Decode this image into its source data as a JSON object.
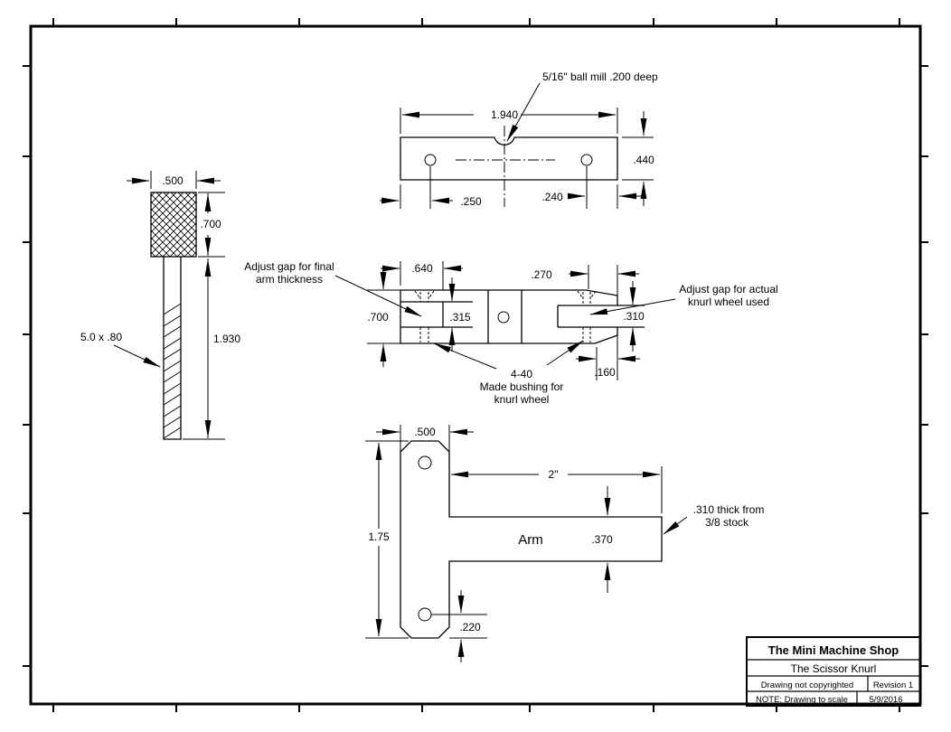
{
  "colors": {
    "line": "#000000",
    "background": "#ffffff"
  },
  "views": {
    "top_plate": {
      "note": "5/16\" ball mill .200 deep",
      "dims": {
        "overall_width": "1.940",
        "overall_height": ".440",
        "left_hole_offset": ".250",
        "right_hole_offset": ".240"
      }
    },
    "body": {
      "dims": {
        "left_slot_width": ".640",
        "right_tap_offset": ".270",
        "overall_height": ".700",
        "left_slot_height": ".315",
        "right_slot_height": ".310",
        "right_slot_inset": ".160"
      },
      "notes": {
        "arm_gap_line1": "Adjust gap for final",
        "arm_gap_line2": "arm thickness",
        "wheel_gap_line1": "Adjust gap for actual",
        "wheel_gap_line2": "knurl wheel used",
        "tap_size": "4-40",
        "tap_note_line2": "Made bushing for",
        "tap_note_line3": "knurl wheel"
      }
    },
    "thumbscrew": {
      "dims": {
        "head_width": ".500",
        "head_height": ".700",
        "thread_length": "1.930"
      },
      "thread_note": "5.0 x .80"
    },
    "arm": {
      "label": "Arm",
      "dims": {
        "post_width": ".500",
        "post_height": "1.75",
        "arm_length": "2\"",
        "arm_height": ".370",
        "hole_offset": ".220"
      },
      "note_line1": ".310 thick from",
      "note_line2": "3/8 stock"
    }
  },
  "title_block": {
    "company": "The Mini Machine Shop",
    "drawing_title": "The Scissor Knurl",
    "copyright_note": "Drawing not copyrighted",
    "revision": "Revision 1",
    "scale_note": "NOTE: Drawing to scale",
    "date": "5/9/2016"
  }
}
